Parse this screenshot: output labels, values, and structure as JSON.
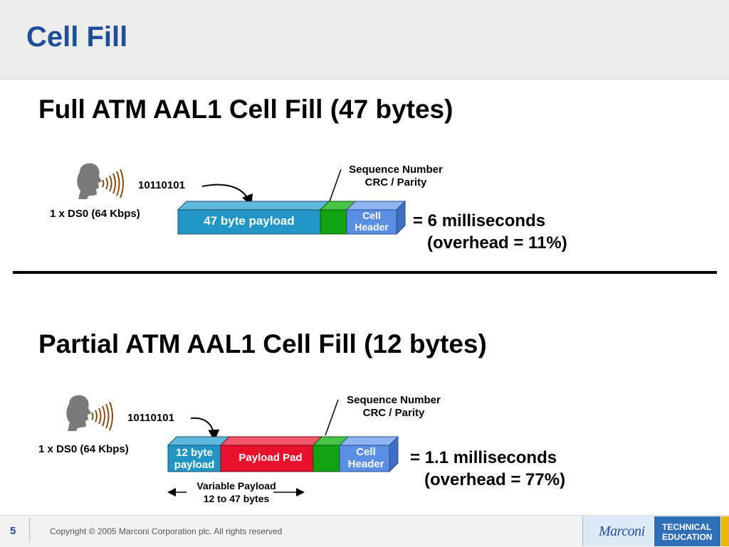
{
  "slide": {
    "title": "Cell Fill",
    "page_number": "5",
    "copyright": "Copyright © 2005 Marconi Corporation plc. All rights reserved"
  },
  "logo": {
    "brand": "Marconi",
    "tag_line1": "TECHNICAL",
    "tag_line2": "EDUCATION"
  },
  "full": {
    "heading": "Full ATM AAL1 Cell Fill  (47 bytes)",
    "bits": "10110101",
    "source": "1 x DS0 (64 Kbps)",
    "payload": "47 byte payload",
    "seq_line1": "Sequence Number",
    "seq_line2": "CRC / Parity",
    "header_line1": "Cell",
    "header_line2": "Header",
    "result_line1": "= 6 milliseconds",
    "result_line2": "(overhead = 11%)"
  },
  "partial": {
    "heading": "Partial ATM AAL1 Cell Fill  (12 bytes)",
    "bits": "10110101",
    "source": "1 x DS0 (64 Kbps)",
    "payload_line1": "12 byte",
    "payload_line2": "payload",
    "pad": "Payload Pad",
    "seq_line1": "Sequence Number",
    "seq_line2": "CRC / Parity",
    "header_line1": "Cell",
    "header_line2": "Header",
    "variable_line1": "Variable Payload",
    "variable_line2": "12 to 47 bytes",
    "result_line1": "= 1.1 milliseconds",
    "result_line2": "(overhead = 77%)"
  },
  "colors": {
    "title": "#1f4e98",
    "payload": "#2196c4",
    "crc": "#12a312",
    "header": "#5b8fe3",
    "pad": "#e8112d"
  }
}
